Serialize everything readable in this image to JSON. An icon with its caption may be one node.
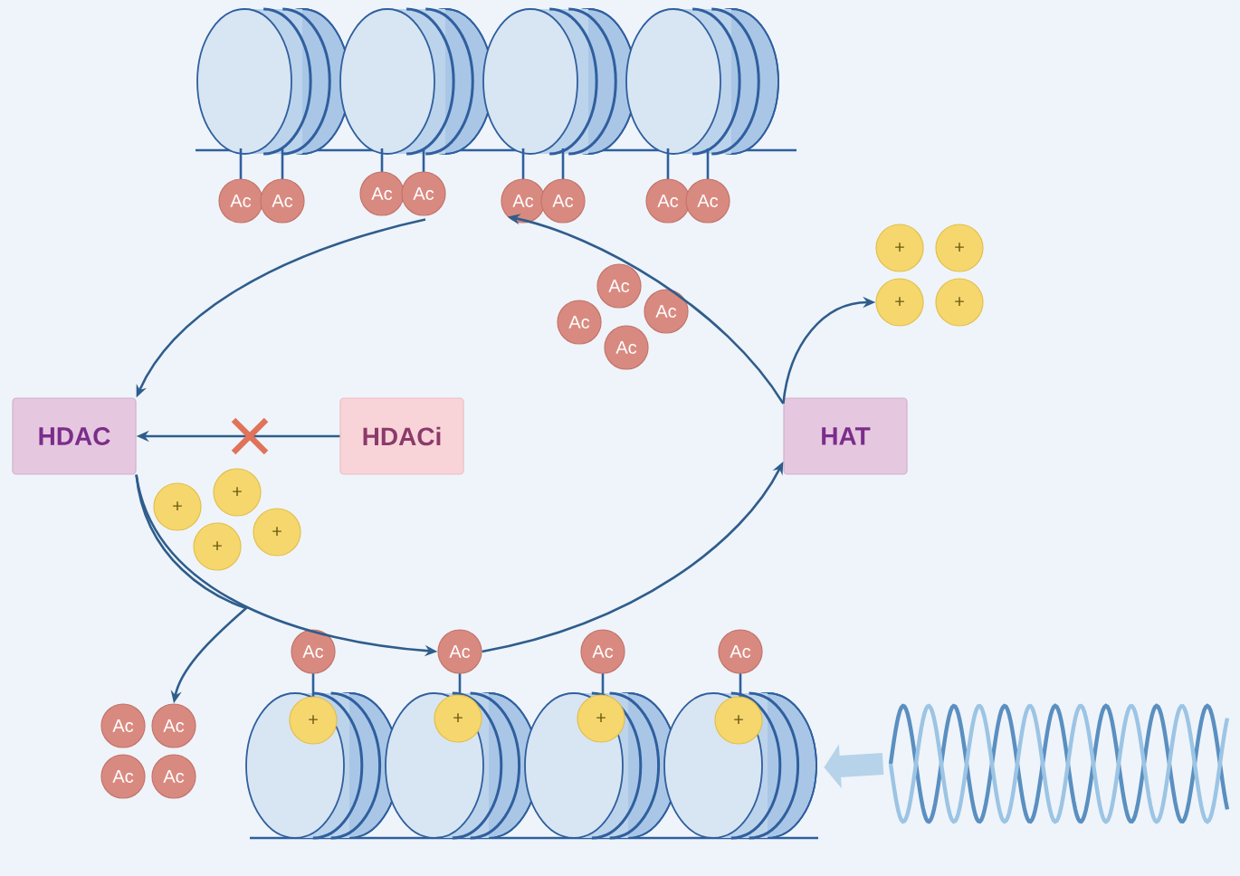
{
  "diagram": {
    "nodes": [
      {
        "text": [],
        "shape": "picture"
      },
      {
        "text": [
          "Ac"
        ]
      },
      {
        "text": [
          "Ac"
        ]
      },
      {
        "text": [
          "Ac"
        ]
      },
      {
        "text": [
          "Ac"
        ]
      },
      {
        "text": [
          "Ac"
        ]
      },
      {
        "text": [
          "Ac"
        ]
      },
      {
        "text": [
          "Ac"
        ]
      },
      {
        "text": [
          "Ac"
        ]
      },
      {
        "text": [
          "Ac"
        ]
      },
      {
        "text": [
          "Ac"
        ]
      },
      {
        "text": [
          "Ac"
        ]
      },
      {
        "text": [
          "Ac"
        ]
      },
      {
        "text": [
          "+"
        ]
      },
      {
        "text": [
          "+"
        ]
      },
      {
        "text": [
          "+"
        ]
      },
      {
        "text": [
          "+"
        ]
      },
      {
        "text": [
          "HDAC"
        ]
      },
      {
        "text": [
          "HDACi"
        ]
      },
      {
        "text": [
          "HAT"
        ]
      },
      {
        "text": [
          "+"
        ]
      },
      {
        "text": [
          "+"
        ]
      },
      {
        "text": [
          "+"
        ]
      },
      {
        "text": [
          "+"
        ]
      },
      {
        "text": [],
        "shape": "picture"
      },
      {
        "text": [
          "Ac"
        ]
      },
      {
        "text": [
          "Ac"
        ]
      },
      {
        "text": [
          "Ac"
        ]
      },
      {
        "text": [
          "Ac"
        ]
      },
      {
        "text": [
          "+"
        ],
        "in": 24
      },
      {
        "text": [
          "+"
        ],
        "in": 24
      },
      {
        "text": [
          "+"
        ],
        "in": 24
      },
      {
        "text": [
          "+"
        ],
        "in": 24
      },
      {
        "text": [
          "Ac"
        ]
      },
      {
        "text": [
          "Ac"
        ]
      },
      {
        "text": [
          "Ac"
        ]
      },
      {
        "text": [
          "Ac"
        ]
      },
      {
        "text": [],
        "shape": "picture"
      }
    ],
    "edges": [
      {
        "from": 4,
        "to": 17,
        "arrow": "to"
      },
      {
        "from": 18,
        "to": 17,
        "arrow": "to"
      },
      {
        "from": 17,
        "to": 26,
        "arrow": "to"
      },
      {
        "from": 26,
        "to": 19,
        "arrow": "to"
      },
      {
        "from": 19,
        "to": 5,
        "arrow": "to"
      },
      {
        "from": 19,
        "to": 15,
        "arrow": "to"
      },
      {
        "from": 17,
        "to": 34,
        "arrow": "to"
      },
      {
        "from": 37,
        "to": 24,
        "arrow": "to",
        "style": "thick",
        "color": "#b7d3ea"
      }
    ]
  }
}
